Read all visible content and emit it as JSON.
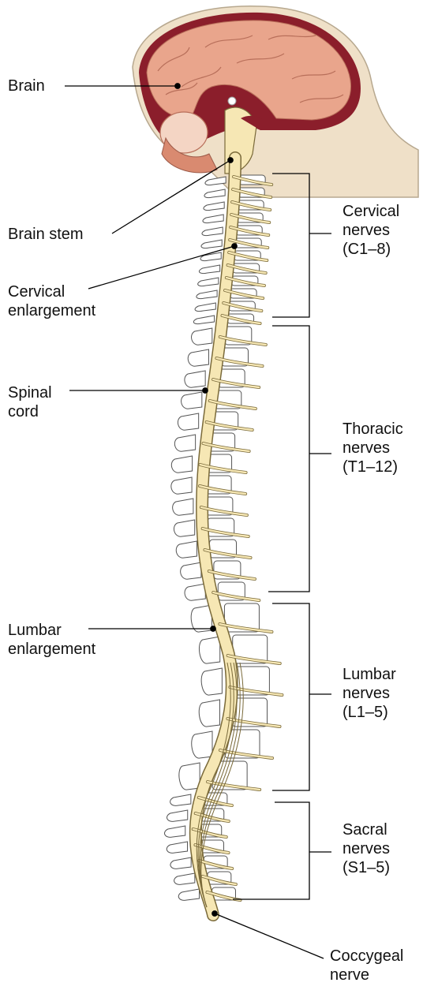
{
  "labels": {
    "brain": "Brain",
    "brain_stem": "Brain stem",
    "cervical_enlargement": [
      "Cervical",
      "enlargement"
    ],
    "spinal_cord": [
      "Spinal",
      "cord"
    ],
    "lumbar_enlargement": [
      "Lumbar",
      "enlargement"
    ],
    "cervical_nerves": [
      "Cervical",
      "nerves",
      "(C1–8)"
    ],
    "thoracic_nerves": [
      "Thoracic",
      "nerves",
      "(T1–12)"
    ],
    "lumbar_nerves": [
      "Lumbar",
      "nerves",
      "(L1–5)"
    ],
    "sacral_nerves": [
      "Sacral",
      "nerves",
      "(S1–5)"
    ],
    "coccygeal_nerve": [
      "Coccygeal",
      "nerve"
    ]
  },
  "colors": {
    "cord": "#f6e7b4",
    "cord_outline": "#7a6a3a",
    "vertebra_fill": "#ffffff",
    "vertebra_outline": "#555555",
    "brain": "#e9a58c",
    "brain_dark": "#7b1e28",
    "skull": "#efe0c8",
    "leader": "#000000"
  }
}
